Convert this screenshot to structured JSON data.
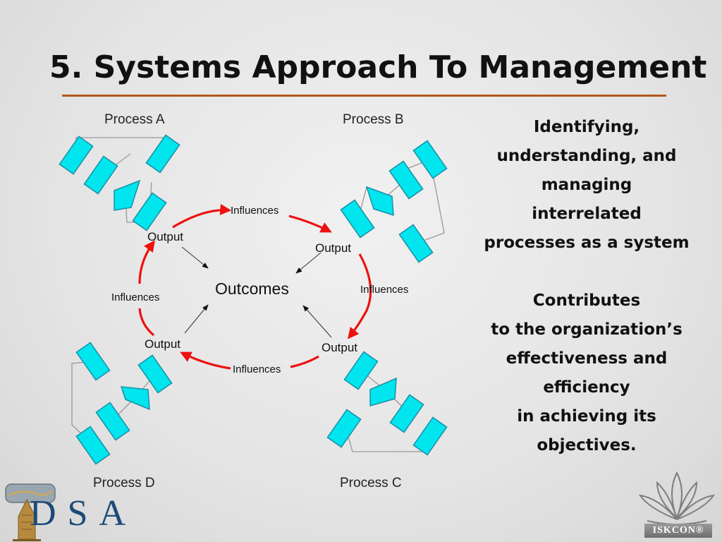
{
  "slide": {
    "title": "5. Systems Approach To Management"
  },
  "diagram": {
    "process_labels": [
      "Process A",
      "Process B",
      "Process C",
      "Process D"
    ],
    "output_label": "Output",
    "influences_label": "Influences",
    "outcomes_label": "Outcomes"
  },
  "side_text": {
    "lines_1": [
      "Identifying,",
      "understanding, and",
      "managing",
      "interrelated",
      "processes as a system"
    ],
    "lines_2": [
      "Contributes",
      "to the organization’s",
      "effectiveness and",
      "efficiency",
      "in achieving its",
      "objectives."
    ]
  },
  "logos": {
    "left_text": "DSA",
    "right_text": "ISKCON®"
  },
  "colors": {
    "title_rule": "#b5561f",
    "box_fill": "#00e5ee",
    "box_stroke": "#1a8fa6",
    "influence_arrow": "#ee1111"
  }
}
